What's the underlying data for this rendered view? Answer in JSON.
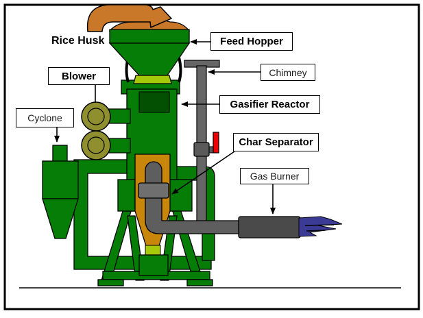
{
  "diagram": {
    "title_context": "Rice husk gasifier system diagram",
    "labels": {
      "rice_husk": "Rice Husk",
      "feed_hopper": "Feed Hopper",
      "blower": "Blower",
      "chimney": "Chimney",
      "cyclone": "Cyclone",
      "gasifier_reactor": "Gasifier Reactor",
      "char_separator": "Char Separator",
      "gas_burner": "Gas Burner"
    },
    "colors": {
      "body_green": "#067D06",
      "dark_green": "#035003",
      "blower_olive": "#8F8F2F",
      "chamber_gold": "#C8860B",
      "glow_yellow_green": "#A6C909",
      "pipe_gray": "#666666",
      "separator_gray": "#5E5E5E",
      "flange_gray": "#6F6F6F",
      "valve_gray": "#5A5A5A",
      "burner_dark_gray": "#4A4A4A",
      "husk_orange": "#C87828",
      "flame_blue": "#3B3B96",
      "valve_red": "#EE0000"
    }
  }
}
